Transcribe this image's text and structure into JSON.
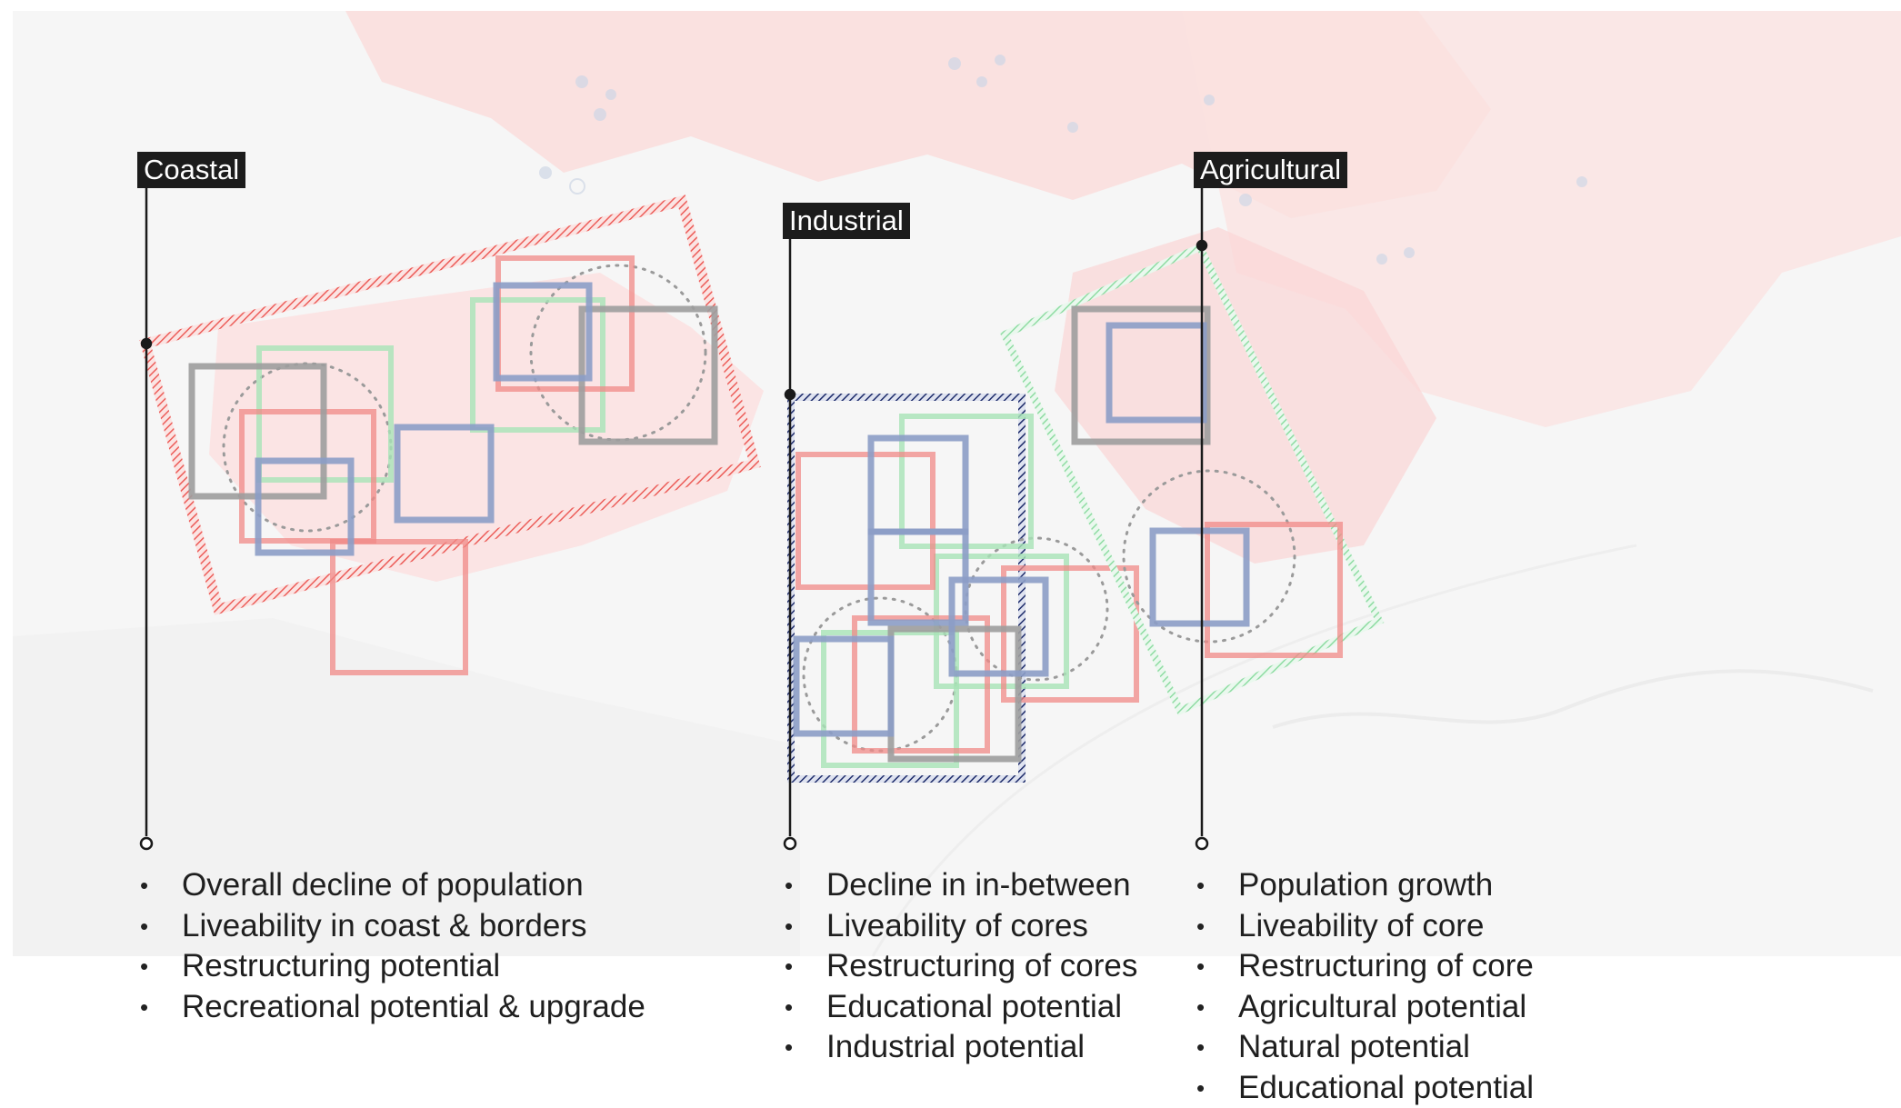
{
  "zones": [
    {
      "label": "Coastal",
      "items": [
        "Overall decline of population",
        "Liveability in coast & borders",
        "Restructuring potential",
        "Recreational potential & upgrade"
      ]
    },
    {
      "label": "Industrial",
      "items": [
        "Decline in in-between",
        "Liveability of cores",
        "Restructuring of cores",
        "Educational potential",
        "Industrial potential"
      ]
    },
    {
      "label": "Agricultural",
      "items": [
        "Population growth",
        "Liveability of core",
        "Restructuring of core",
        "Agricultural potential",
        "Natural potential",
        "Educational potential"
      ]
    }
  ],
  "colors": {
    "red": "#f08a87",
    "blue": "#8c9dc6",
    "grey": "#9d9d9d",
    "green": "#a8e3b6",
    "navy": "#2a3a78",
    "map_background": "#f6f6f6",
    "map_red": "#fbd9d8"
  }
}
